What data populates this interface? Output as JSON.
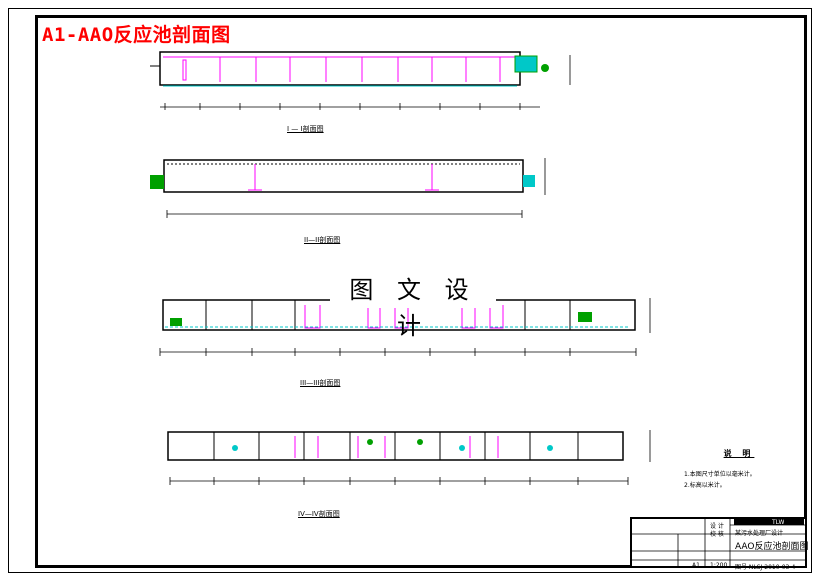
{
  "title": "A1-AAO反应池剖面图",
  "watermark": "图 文 设 计",
  "sections": [
    {
      "label": "I — I剖面图"
    },
    {
      "label": "II—II剖面图"
    },
    {
      "label": "III—III剖面图"
    },
    {
      "label": "IV—IV剖面图"
    }
  ],
  "notes": {
    "title": "说 明",
    "items": [
      "1.本图尺寸单位以毫米计。",
      "2.标高以米计。"
    ]
  },
  "title_block": {
    "header": "TLW",
    "design_label": "设 计",
    "review_label": "校 核",
    "unit": "某污水处理厂设计",
    "drawing_name": "AAO反应池剖面图",
    "scale": "1:200",
    "sheet": "A1",
    "drawing_no": "图号 NLSJ-2010-03-4"
  },
  "colors": {
    "title_red": "#ff0000",
    "wall": "#000000",
    "pipe_magenta": "#ff00ff",
    "equipment_green": "#00a000",
    "equipment_cyan": "#00c8c8"
  }
}
